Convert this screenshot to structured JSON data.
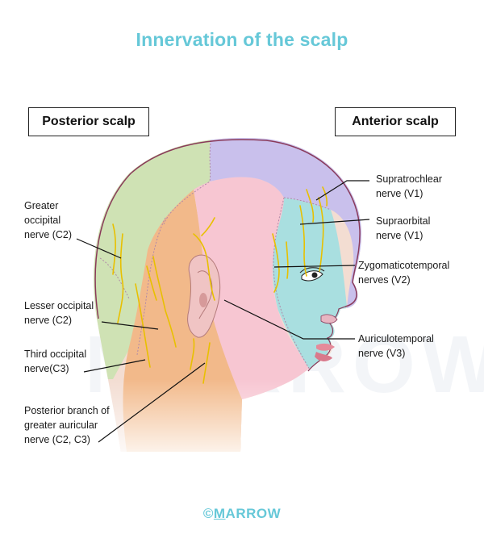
{
  "title": "Innervation of the scalp",
  "boxes": {
    "posterior": "Posterior scalp",
    "anterior": "Anterior scalp"
  },
  "labels": {
    "greater_occipital": [
      "Greater",
      "occipital",
      "nerve (C2)"
    ],
    "lesser_occipital": [
      "Lesser occipital",
      "nerve (C2)"
    ],
    "third_occipital": [
      "Third occipital",
      "nerve(C3)"
    ],
    "posterior_branch": [
      "Posterior branch of",
      "greater auricular",
      "nerve (C2, C3)"
    ],
    "supratrochlear": [
      "Supratrochlear",
      "nerve (V1)"
    ],
    "supraorbital": [
      "Supraorbital",
      "nerve (V1)"
    ],
    "zygomaticotemporal": [
      "Zygomaticotemporal",
      "nerves (V2)"
    ],
    "auriculotemporal": [
      "Auriculotemporal",
      "nerve (V3)"
    ]
  },
  "watermark": "MARROW",
  "logo": {
    "prefix": "©",
    "underlined": "M",
    "rest": "ARROW"
  },
  "colors": {
    "title": "#66c8d8",
    "greater_occipital_region": "#cfe2b4",
    "lesser_occipital_region": "#f2b98a",
    "auriculotemporal_region": "#f7c6d2",
    "zygomatic_region": "#a9dfe0",
    "ophthalmic_region": "#c9c0ec",
    "skin": "#f3ddd2",
    "nerve": "#e8c000"
  }
}
